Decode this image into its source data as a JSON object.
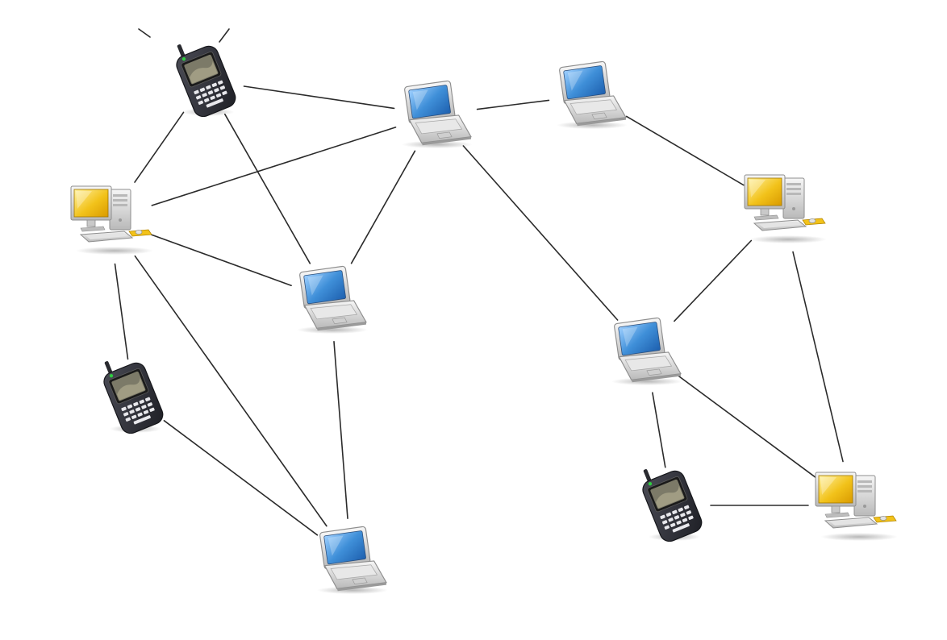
{
  "diagram": {
    "type": "mesh-network",
    "node_kinds": {
      "phone": "smartphone-icon",
      "laptop": "laptop-icon",
      "desktop": "desktop-computer-icon"
    },
    "colors": {
      "link": "#2b2b2b",
      "laptop_screen": "#3f8fd8",
      "desktop_screen": "#f2c21a",
      "device_body": "#d9d9d9",
      "phone_body": "#2e2f36"
    },
    "nodes": [
      {
        "id": "phone-top-left",
        "kind": "phone"
      },
      {
        "id": "desktop-left",
        "kind": "desktop"
      },
      {
        "id": "laptop-top-center",
        "kind": "laptop"
      },
      {
        "id": "laptop-top-right",
        "kind": "laptop"
      },
      {
        "id": "laptop-center-left",
        "kind": "laptop"
      },
      {
        "id": "desktop-right",
        "kind": "desktop"
      },
      {
        "id": "laptop-center-right",
        "kind": "laptop"
      },
      {
        "id": "phone-left",
        "kind": "phone"
      },
      {
        "id": "laptop-bottom",
        "kind": "laptop"
      },
      {
        "id": "phone-bottom-right",
        "kind": "phone"
      },
      {
        "id": "desktop-bottom-right",
        "kind": "desktop"
      }
    ],
    "edges": [
      [
        "phone-top-left",
        "laptop-top-center"
      ],
      [
        "phone-top-left",
        "desktop-left"
      ],
      [
        "phone-top-left",
        "laptop-center-left"
      ],
      [
        "desktop-left",
        "laptop-top-center"
      ],
      [
        "desktop-left",
        "laptop-center-left"
      ],
      [
        "desktop-left",
        "phone-left"
      ],
      [
        "desktop-left",
        "laptop-bottom"
      ],
      [
        "laptop-top-center",
        "laptop-top-right"
      ],
      [
        "laptop-top-center",
        "laptop-center-left"
      ],
      [
        "laptop-top-center",
        "laptop-center-right"
      ],
      [
        "laptop-top-right",
        "desktop-right"
      ],
      [
        "laptop-center-left",
        "laptop-bottom"
      ],
      [
        "phone-left",
        "laptop-bottom"
      ],
      [
        "desktop-right",
        "laptop-center-right"
      ],
      [
        "desktop-right",
        "desktop-bottom-right"
      ],
      [
        "laptop-center-right",
        "phone-bottom-right"
      ],
      [
        "laptop-center-right",
        "desktop-bottom-right"
      ],
      [
        "phone-bottom-right",
        "desktop-bottom-right"
      ]
    ]
  }
}
